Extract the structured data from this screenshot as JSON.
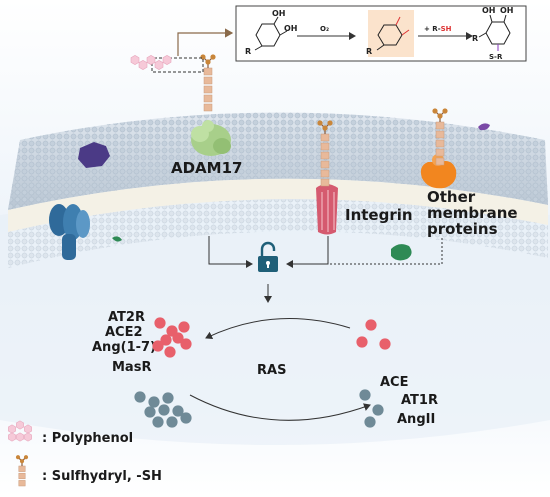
{
  "reaction": {
    "oh_top_1": "OH",
    "oh_top_2": "OH",
    "r_1": "R",
    "oxidant": "O₂",
    "r_2": "R",
    "reagent_prefix": "+ R-",
    "reagent_sh": "SH",
    "oh_prod_1": "OH",
    "oh_prod_2": "OH",
    "r_3": "R",
    "s_r": "S-R"
  },
  "proteins": {
    "adam17": "ADAM17",
    "integrin": "Integrin",
    "other_1": "Other",
    "other_2": "membrane",
    "other_3": "proteins"
  },
  "ras": {
    "center": "RAS",
    "left": [
      "AT2R",
      "ACE2",
      "Ang(1-7)",
      "MasR"
    ],
    "right": [
      "ACE",
      "AT1R",
      "AngII"
    ]
  },
  "legend": {
    "polyphenol": ": Polyphenol",
    "sulfhydryl": ": Sulfhydryl, -SH"
  },
  "colors": {
    "sulfhydryl_stem": "#e8b99a",
    "sulfhydryl_head": "#c9863a",
    "polyphenol": "#f6c9d8",
    "red_molecule": "#e8606b",
    "gray_molecule": "#6f8a97",
    "lock": "#1f5f78",
    "membrane_top": "#c7d3df",
    "adam17": "#a8cf8a",
    "integrin": "#d55a6f",
    "other_protein": "#f2861f",
    "channel": "#3f7fb0",
    "purple_protein": "#4b3a86",
    "green_protein": "#2e8a55"
  }
}
